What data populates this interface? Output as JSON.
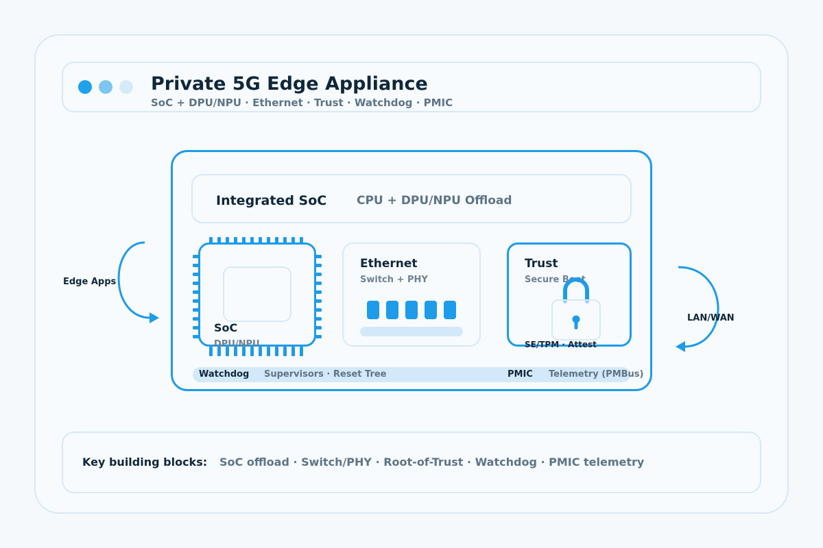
{
  "header": {
    "title": "Private 5G Edge Appliance",
    "subtitle": "SoC + DPU/NPU · Ethernet · Trust · Watchdog · PMIC",
    "window_dots": [
      "#1ea2ec",
      "#7cc6f1",
      "#d6eaf8"
    ]
  },
  "appliance": {
    "soc_banner": {
      "title": "Integrated SoC",
      "subtitle": "CPU + DPU/NPU Offload"
    },
    "soc": {
      "label": "SoC",
      "sublabel": "DPU/NPU"
    },
    "ethernet": {
      "title": "Ethernet",
      "subtitle": "Switch + PHY",
      "port_count": 5
    },
    "trust": {
      "title": "Trust",
      "subtitle": "Secure Boot",
      "footnote": "SE/TPM · Attest"
    },
    "bus": {
      "watchdog_label": "Watchdog",
      "watchdog_detail": "Supervisors · Reset Tree",
      "pmic_label": "PMIC",
      "pmic_detail": "Telemetry (PMBus)"
    }
  },
  "side_labels": {
    "left": "Edge Apps",
    "right": "LAN/WAN"
  },
  "footer": {
    "label": "Key building blocks:",
    "value": "SoC offload · Switch/PHY · Root-of-Trust · Watchdog · PMIC telemetry"
  },
  "colors": {
    "accent": "#1e9be9",
    "border_light": "#d7e9f7",
    "fill_light": "#d3e8f8",
    "text_dark": "#10273a",
    "text_muted": "#5e7487"
  }
}
